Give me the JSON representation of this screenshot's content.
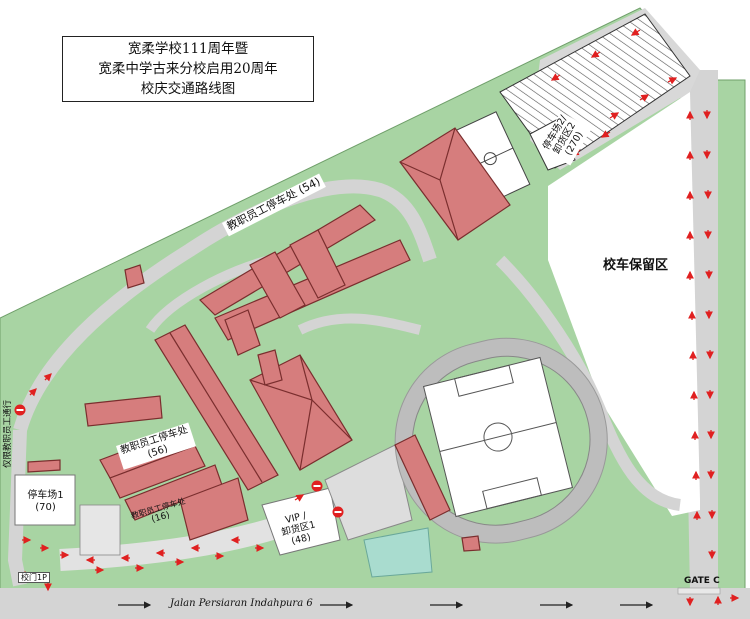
{
  "title": {
    "line1": "宽柔学校111周年暨",
    "line2": "宽柔中学古来分校启用20周年",
    "line3": "校庆交通路线图"
  },
  "labels": {
    "staff_parking_top": "教职员工停车处 (54)",
    "staff_parking_mid": "教职员工停车处",
    "staff_parking_mid_count": "(56)",
    "staff_parking_small": "教职员工停车处",
    "staff_parking_small_count": "(16)",
    "parking1": "停车场1",
    "parking1_count": "(70)",
    "parking2": "停车场2/",
    "parking2_sub": "卸货区2",
    "parking2_count": "(270)",
    "vip": "VIP /",
    "vip_sub": "卸货区1",
    "vip_count": "(48)",
    "bus_zone": "校车保留区",
    "staff_gate": "仅限教职员工通行",
    "main_gate": "校门1P",
    "gate_c": "GATE C",
    "road": "Jalan Persiaran Indahpura 6"
  },
  "colors": {
    "grass": "#a8d4a3",
    "road": "#d4d4d4",
    "building": "#d67d7d",
    "building_line": "#7a2e2e",
    "arrow": "#e02020",
    "track": "#b5b5b5",
    "pond": "#a9dccf"
  }
}
